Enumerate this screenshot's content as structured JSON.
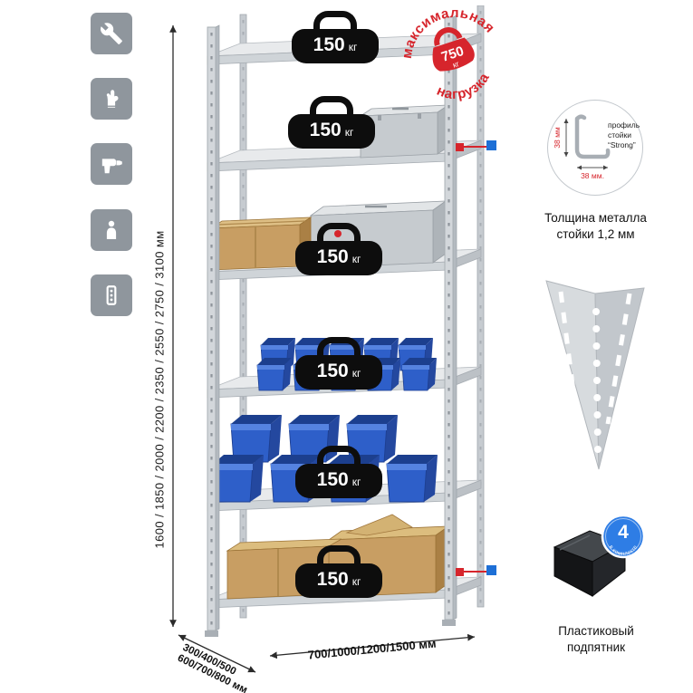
{
  "colors": {
    "accent_red": "#d6252c",
    "accent_blue": "#1d6fd6",
    "icon_bg": "#8f969d",
    "metal_gray": "#ccd1d5",
    "bin_blue": "#2e5fc9",
    "cardboard": "#c89e63"
  },
  "left_icons": [
    {
      "name": "wrench"
    },
    {
      "name": "glove"
    },
    {
      "name": "drill"
    },
    {
      "name": "person"
    },
    {
      "name": "perforated-post"
    }
  ],
  "dimensions": {
    "height": "1600 / 1850 / 2000 / 2200 / 2350 / 2550 / 2750 / 3100 мм",
    "depth_line1": "300/400/500",
    "depth_line2": "600/700/800 мм",
    "width": "700/1000/1200/1500 мм"
  },
  "shelf_loads": [
    {
      "value": "150",
      "unit": "кг"
    },
    {
      "value": "150",
      "unit": "кг"
    },
    {
      "value": "150",
      "unit": "кг"
    },
    {
      "value": "150",
      "unit": "кг"
    },
    {
      "value": "150",
      "unit": "кг"
    },
    {
      "value": "150",
      "unit": "кг"
    }
  ],
  "max_load": {
    "arc_top": "максимальная",
    "arc_bottom": "нагрузка",
    "value": "750",
    "unit": "кг"
  },
  "profile_detail": {
    "label_line1": "профиль",
    "label_line2": "стойки",
    "label_line3": "“Strong”",
    "dim_vertical": "38 мм",
    "dim_horizontal": "38 мм.",
    "caption_line1": "Толщина металла",
    "caption_line2": "стойки 1,2 мм"
  },
  "foot_detail": {
    "badge_value": "4",
    "badge_text": "в комплекте",
    "caption_line1": "Пластиковый",
    "caption_line2": "подпятник"
  }
}
